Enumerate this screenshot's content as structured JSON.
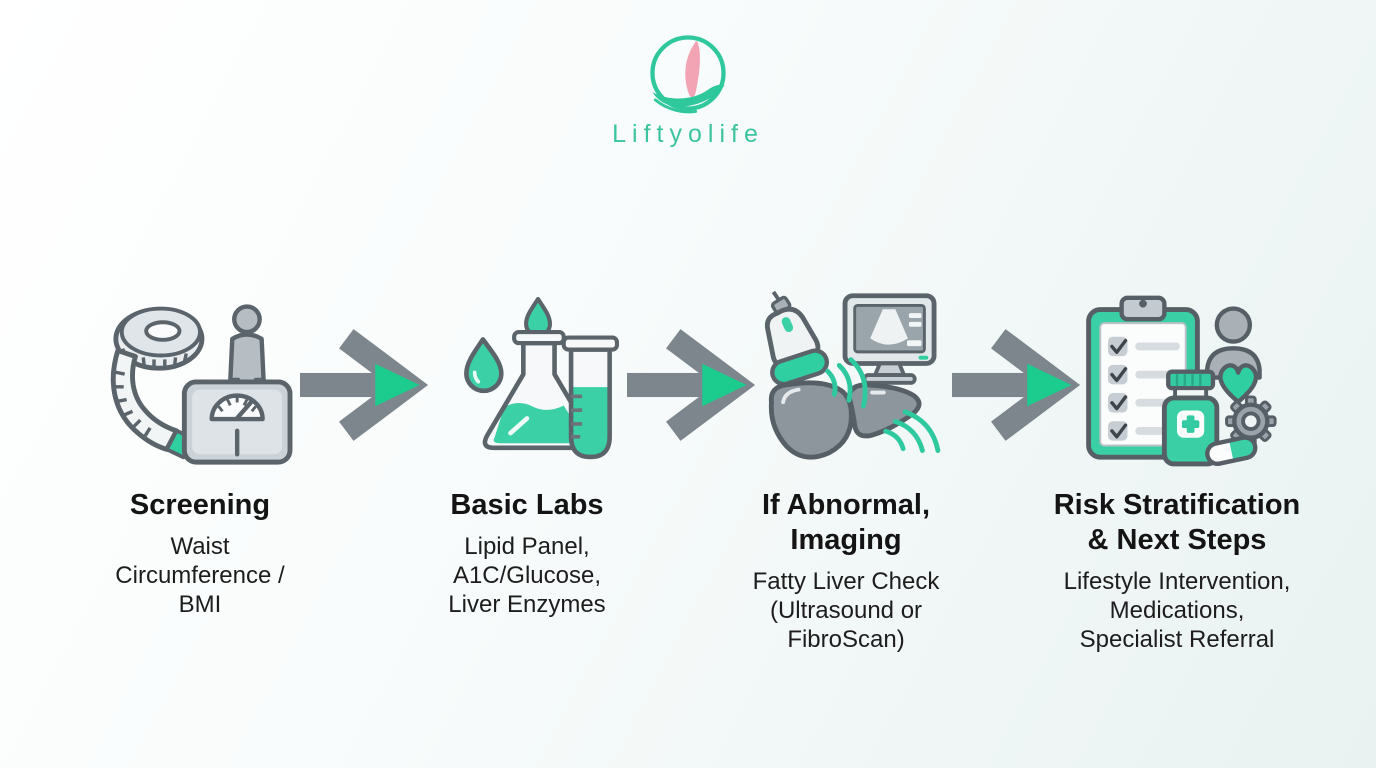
{
  "brand": {
    "name": "Liftyolife",
    "logo_circle_color": "#2fc79c",
    "logo_accent_color": "#f2a4b4",
    "wordmark_color": "#3cc4a0"
  },
  "palette": {
    "accent_teal": "#3bcfa6",
    "arrow_gray": "#7d868c",
    "arrow_green": "#1ccb8e",
    "outline_gray": "#575f66",
    "text_dark": "#141414",
    "background_tint": "#e9f2f1"
  },
  "flow": {
    "connector": "arrow-right",
    "steps": [
      {
        "id": "screening",
        "title": "Screening",
        "description": "Waist\nCircumference /\nBMI",
        "icon": "measuring-tape-scale-icon"
      },
      {
        "id": "basic-labs",
        "title": "Basic Labs",
        "description": "Lipid Panel,\nA1C/Glucose,\nLiver Enzymes",
        "icon": "flask-test-tube-icon"
      },
      {
        "id": "imaging",
        "title": "If Abnormal,\nImaging",
        "description": "Fatty Liver Check\n(Ultrasound or\nFibroScan)",
        "icon": "ultrasound-liver-icon"
      },
      {
        "id": "risk-stratification",
        "title": "Risk Stratification\n& Next Steps",
        "description": "Lifestyle Intervention,\nMedications,\nSpecialist Referral",
        "icon": "clipboard-treatment-icon"
      }
    ]
  }
}
